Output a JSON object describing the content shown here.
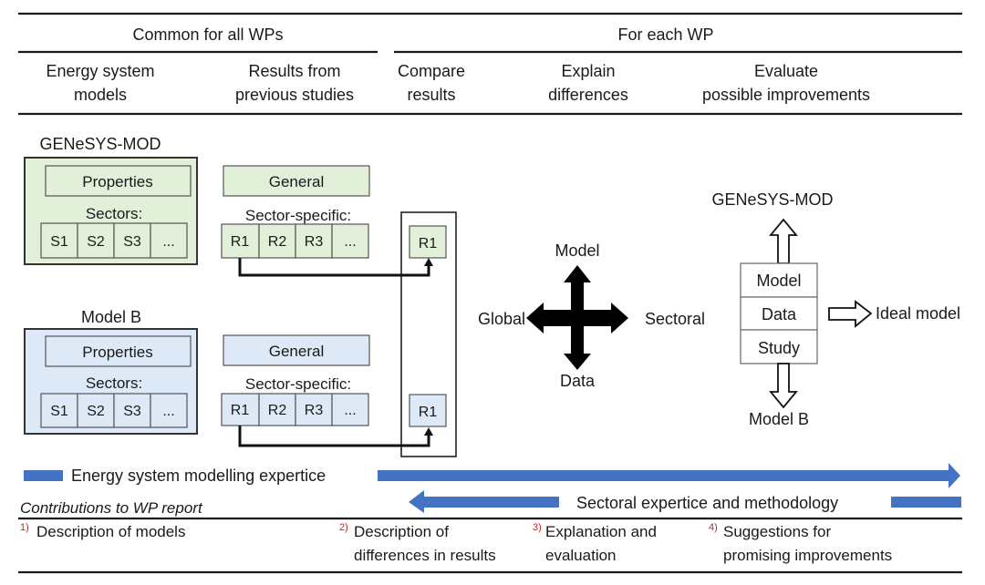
{
  "header": {
    "common_title": "Common for all WPs",
    "each_title": "For each WP",
    "columns": [
      {
        "line1": "Energy system",
        "line2": "models"
      },
      {
        "line1": "Results from",
        "line2": "previous studies"
      },
      {
        "line1": "Compare",
        "line2": "results"
      },
      {
        "line1": "Explain",
        "line2": "differences"
      },
      {
        "line1": "Evaluate",
        "line2": "possible improvements"
      }
    ]
  },
  "models": [
    {
      "name": "GENeSYS-MOD",
      "color": "#e2efd9",
      "properties_label": "Properties",
      "sectors_label": "Sectors:",
      "sectors": [
        "S1",
        "S2",
        "S3",
        "..."
      ],
      "general_label": "General",
      "sector_specific_label": "Sector-specific:",
      "results": [
        "R1",
        "R2",
        "R3",
        "..."
      ],
      "compare_item": "R1"
    },
    {
      "name": "Model B",
      "color": "#dde9f6",
      "properties_label": "Properties",
      "sectors_label": "Sectors:",
      "sectors": [
        "S1",
        "S2",
        "S3",
        "..."
      ],
      "general_label": "General",
      "sector_specific_label": "Sector-specific:",
      "results": [
        "R1",
        "R2",
        "R3",
        "..."
      ],
      "compare_item": "R1"
    }
  ],
  "explain": {
    "up": "Model",
    "down": "Data",
    "left": "Global",
    "right": "Sectoral"
  },
  "evaluate": {
    "top_label": "GENeSYS-MOD",
    "bottom_label": "Model B",
    "right_label": "Ideal model",
    "stack": [
      "Model",
      "Data",
      "Study"
    ]
  },
  "expertise": {
    "energy": "Energy system modelling expertice",
    "sectoral": "Sectoral expertice and methodology",
    "color": "#4472c4"
  },
  "contributions": {
    "title": "Contributions to WP report",
    "items": [
      {
        "num": "1)",
        "line1": "Description of models",
        "line2": ""
      },
      {
        "num": "2)",
        "line1": "Description of",
        "line2": "differences in results"
      },
      {
        "num": "3)",
        "line1": "Explanation and",
        "line2": "evaluation"
      },
      {
        "num": "4)",
        "line1": "Suggestions for",
        "line2": "promising improvements"
      }
    ]
  }
}
